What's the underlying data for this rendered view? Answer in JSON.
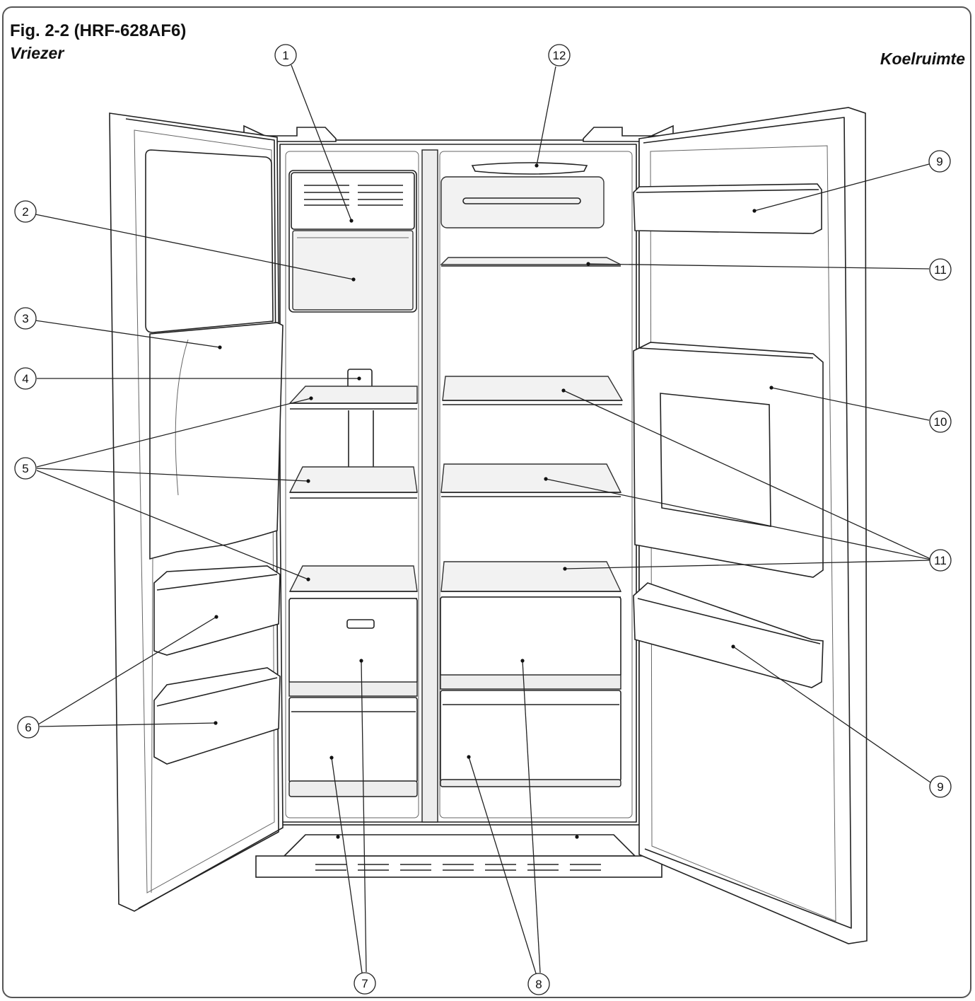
{
  "figure": {
    "title": "Fig. 2-2 (HRF-628AF6)",
    "left_label": "Vriezer",
    "right_label": "Koelruimte"
  },
  "callouts": [
    {
      "num": "1"
    },
    {
      "num": "2"
    },
    {
      "num": "3"
    },
    {
      "num": "4"
    },
    {
      "num": "5"
    },
    {
      "num": "6"
    },
    {
      "num": "7"
    },
    {
      "num": "8"
    },
    {
      "num": "9"
    },
    {
      "num": "9"
    },
    {
      "num": "10"
    },
    {
      "num": "11"
    },
    {
      "num": "11"
    },
    {
      "num": "12"
    }
  ]
}
